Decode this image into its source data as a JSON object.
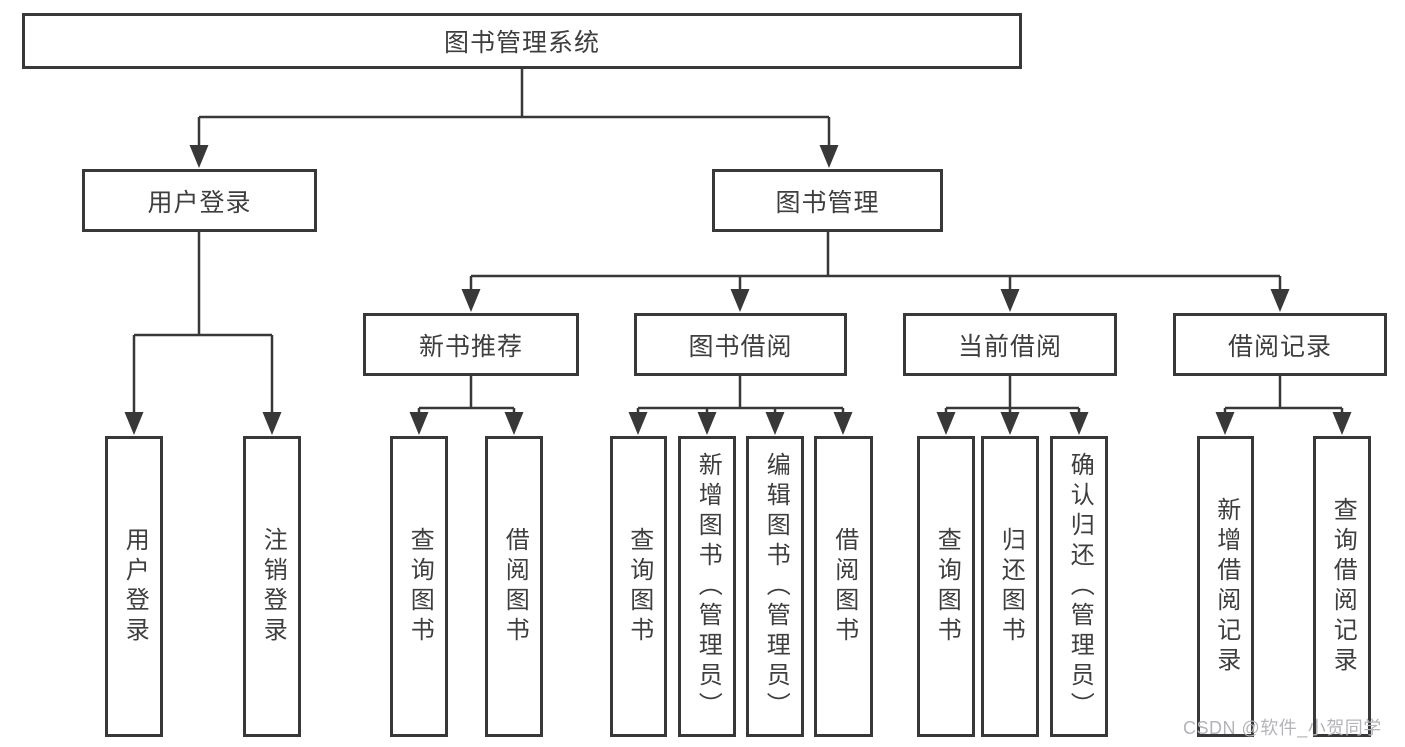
{
  "diagram_title": "图书管理系统",
  "nodes": {
    "root": {
      "label": "图书管理系统"
    },
    "user_login": {
      "label": "用户登录"
    },
    "book_mgmt": {
      "label": "图书管理"
    },
    "new_book_rec": {
      "label": "新书推荐"
    },
    "book_borrow": {
      "label": "图书借阅"
    },
    "current_borrow": {
      "label": "当前借阅"
    },
    "borrow_record": {
      "label": "借阅记录"
    },
    "leaf_user_login": {
      "label": "用户登录"
    },
    "leaf_logout": {
      "label": "注销登录"
    },
    "leaf_nb_query": {
      "label": "查询图书"
    },
    "leaf_nb_borrow": {
      "label": "借阅图书"
    },
    "leaf_bb_query": {
      "label": "查询图书"
    },
    "leaf_bb_add": {
      "label": "新增图书（管理员）"
    },
    "leaf_bb_edit": {
      "label": "编辑图书（管理员）"
    },
    "leaf_bb_borrow": {
      "label": "借阅图书"
    },
    "leaf_cb_query": {
      "label": "查询图书"
    },
    "leaf_cb_return": {
      "label": "归还图书"
    },
    "leaf_cb_confirm": {
      "label": "确认归还（管理员）"
    },
    "leaf_br_add": {
      "label": "新增借阅记录"
    },
    "leaf_br_query": {
      "label": "查询借阅记录"
    }
  },
  "hierarchy": {
    "图书管理系统": {
      "用户登录": [
        "用户登录",
        "注销登录"
      ],
      "图书管理": {
        "新书推荐": [
          "查询图书",
          "借阅图书"
        ],
        "图书借阅": [
          "查询图书",
          "新增图书（管理员）",
          "编辑图书（管理员）",
          "借阅图书"
        ],
        "当前借阅": [
          "查询图书",
          "归还图书",
          "确认归还（管理员）"
        ],
        "借阅记录": [
          "新增借阅记录",
          "查询借阅记录"
        ]
      }
    }
  },
  "watermark": "CSDN @软件_小贺同学",
  "colors": {
    "line": "#383838",
    "text": "#3e3e3e",
    "background": "#ffffff",
    "watermark": "#b4b4b8"
  }
}
